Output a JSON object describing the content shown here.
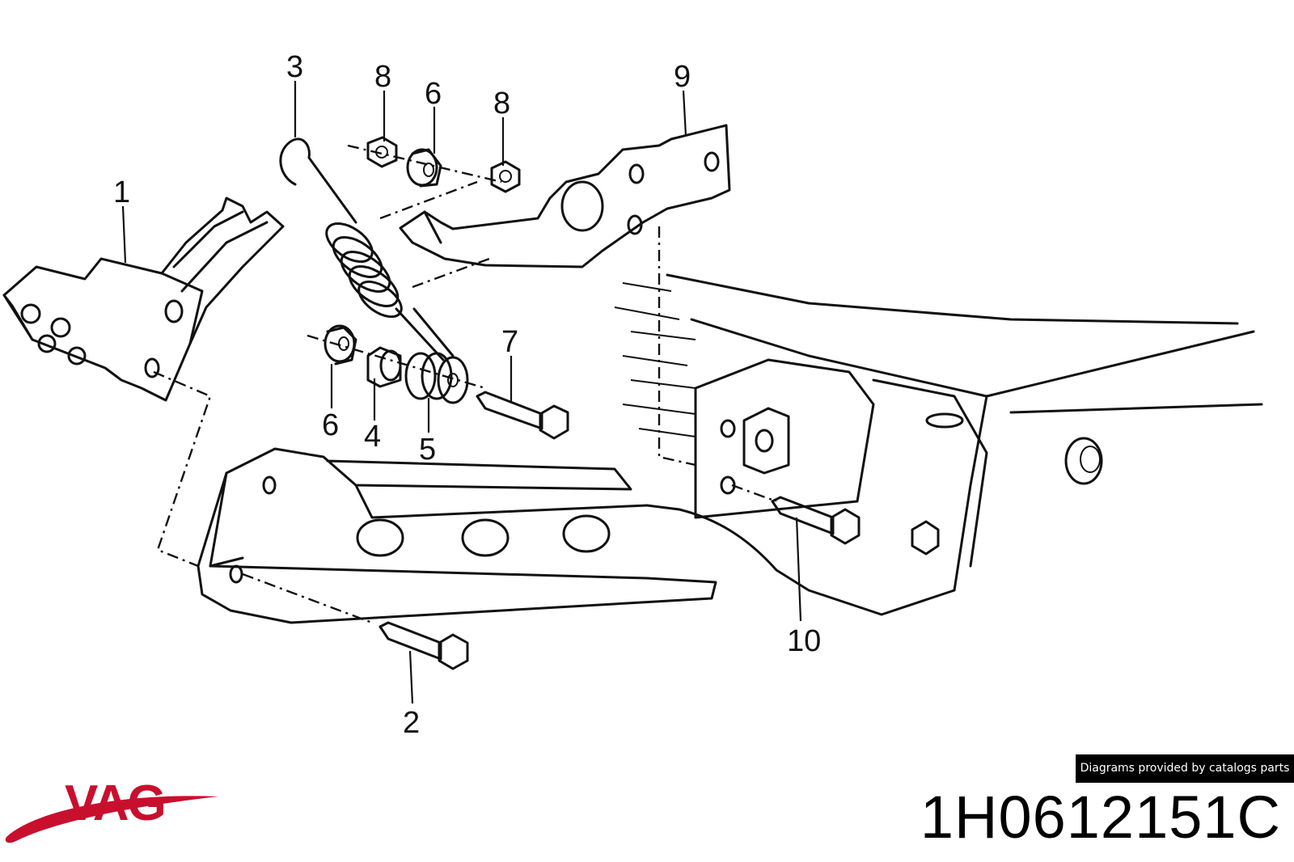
{
  "diagram": {
    "callouts": [
      "1",
      "2",
      "3",
      "4",
      "5",
      "6",
      "6",
      "7",
      "8",
      "8",
      "9",
      "10"
    ]
  },
  "credit": {
    "text": "Diagrams provided by catalogs parts"
  },
  "logo": {
    "text": "VAG",
    "color": "#c8102e"
  },
  "part_number": "1H0612151C"
}
